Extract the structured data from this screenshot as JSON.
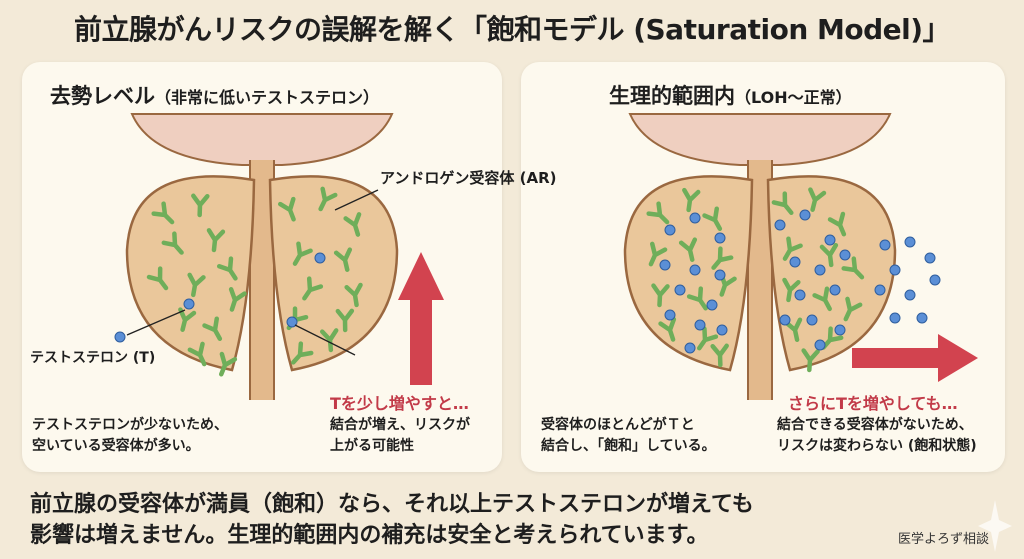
{
  "title": "前立腺がんリスクの誤解を解く「飽和モデル (Saturation Model)」",
  "left_panel": {
    "heading": "去勢レベル",
    "subheading": "（非常に低いテストステロン）",
    "receptor_label": "アンドロゲン受容体 (AR)",
    "testosterone_label": "テストステロン (T)",
    "caption_line1": "テストステロンが少ないため、",
    "caption_line2": "空いている受容体が多い。",
    "arrow_label": "Tを少し増やすと…",
    "arrow_caption_line1": "結合が増え、リスクが",
    "arrow_caption_line2": "上がる可能性"
  },
  "right_panel": {
    "heading": "生理的範囲内",
    "subheading": "（LOH〜正常）",
    "caption_line1": "受容体のほとんどがＴと",
    "caption_line2": "結合し、「飽和」している。",
    "arrow_label": "さらにTを増やしても…",
    "arrow_caption_line1": "結合できる受容体がないため、",
    "arrow_caption_line2": "リスクは変わらない (飽和状態)"
  },
  "conclusion_line1": "前立腺の受容体が満員（飽和）なら、それ以上テストステロンが増えても",
  "conclusion_line2": "影響は増えません。生理的範囲内の補充は安全と考えられています。",
  "brand": "医学よろず相談",
  "colors": {
    "receptor": "#6fae5a",
    "testosterone": "#5b8fd6",
    "arrow": "#d2434f",
    "tissue": "#eac79b",
    "outline": "#9a6840"
  }
}
